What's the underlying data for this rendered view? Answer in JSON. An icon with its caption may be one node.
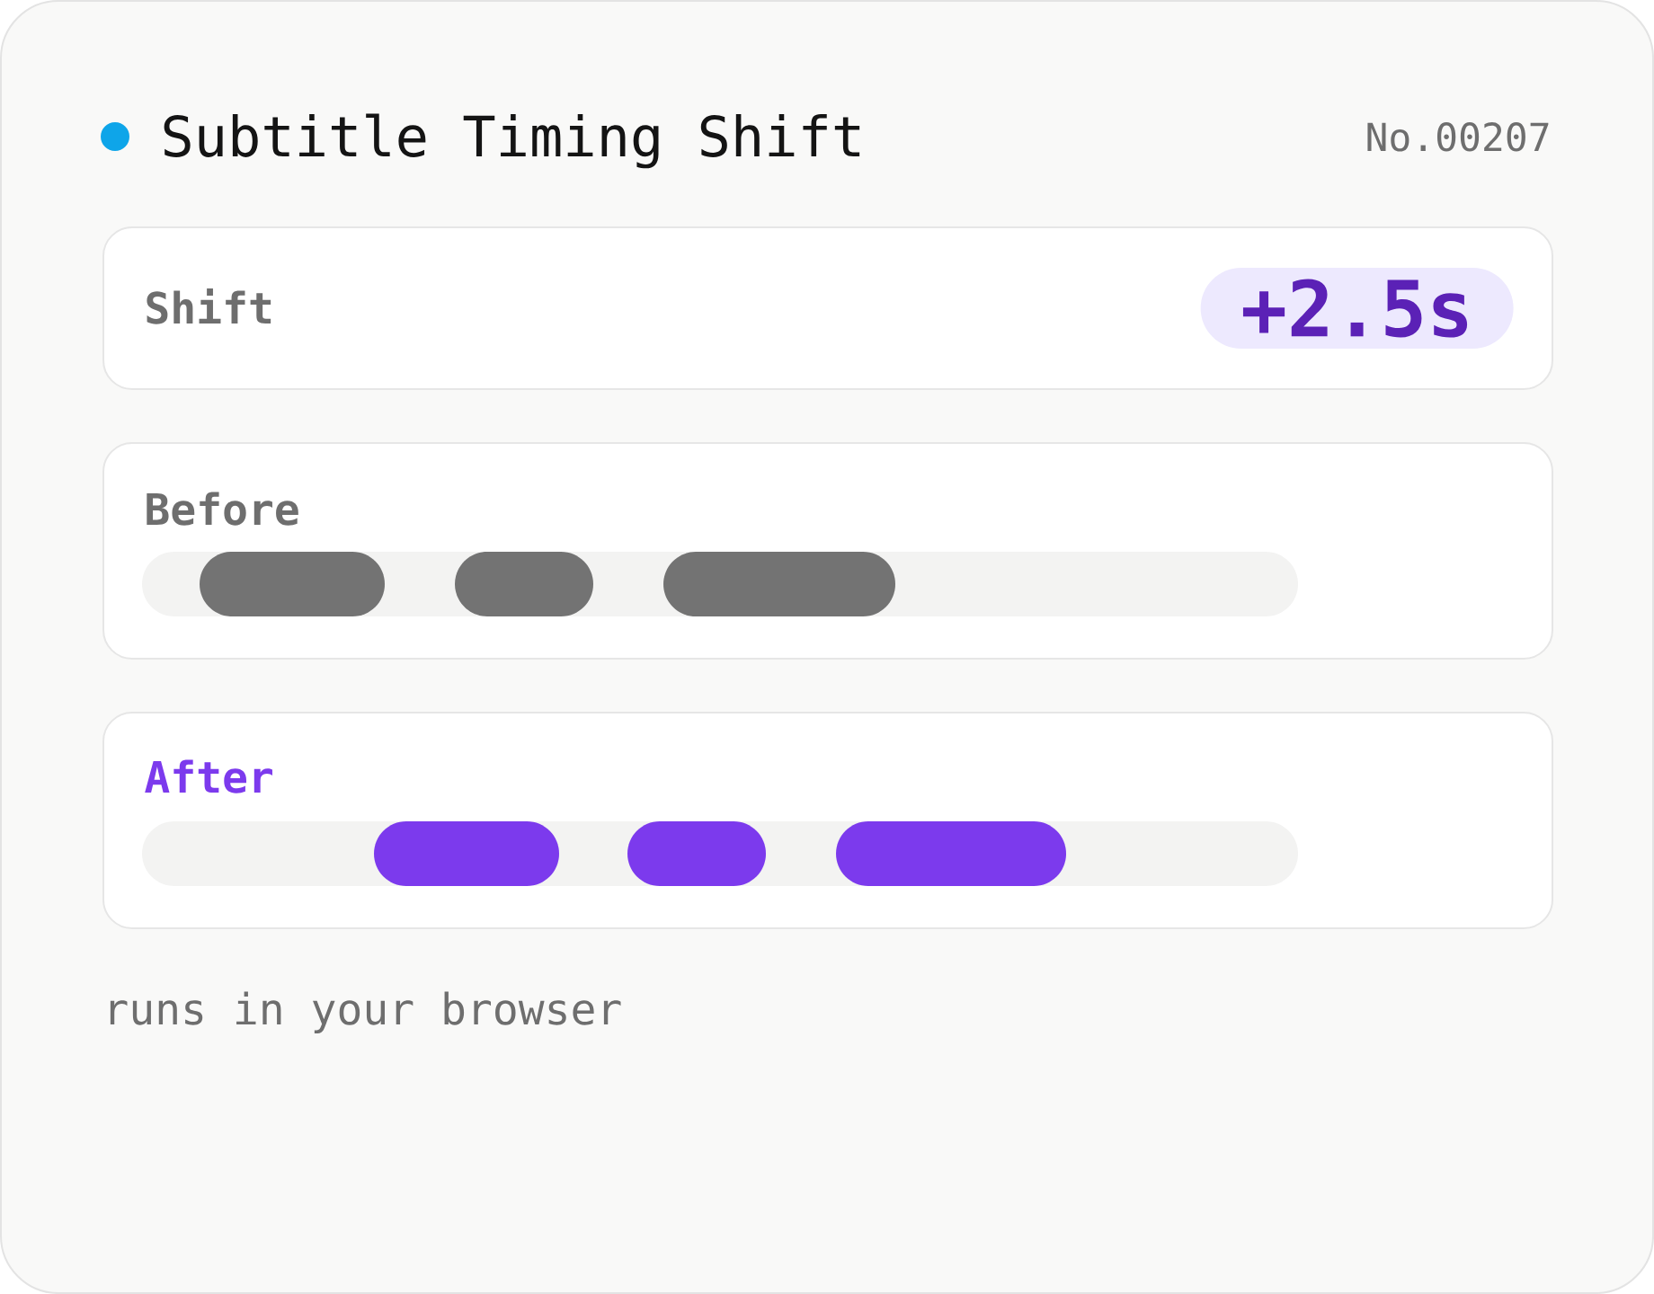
{
  "diagram": {
    "title": "Subtitle Timing Shift",
    "nodes": [
      {
        "text": [
          "Shift"
        ]
      },
      {
        "text": [
          "+2.5s"
        ],
        "in": 0
      },
      {
        "text": [
          "Before"
        ]
      },
      {
        "text": [
          "After"
        ]
      }
    ],
    "labels": [
      "No.00207",
      "runs in your browser"
    ]
  }
}
